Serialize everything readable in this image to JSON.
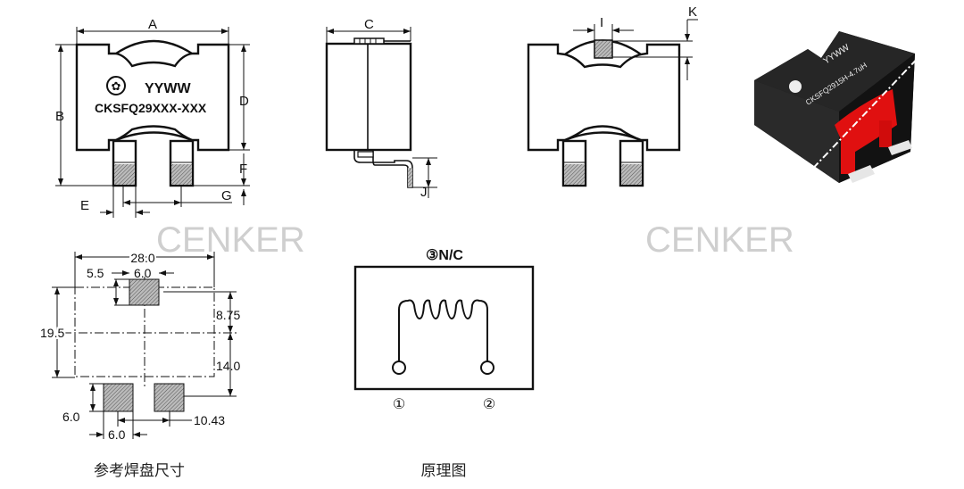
{
  "front_view": {
    "dimension_labels": {
      "a": "A",
      "b": "B",
      "d": "D",
      "f": "F",
      "g": "G",
      "e": "E"
    },
    "marking_date": "YYWW",
    "marking_part": "CKSFQ29XXX-XXX"
  },
  "side_view": {
    "dimension_labels": {
      "c": "C",
      "j": "J"
    }
  },
  "back_view": {
    "dimension_labels": {
      "i": "I",
      "k": "K"
    }
  },
  "product_photo": {
    "marking_date": "YYWW",
    "marking_part": "CKSFQ2915H-4.7uH"
  },
  "watermarks": [
    "CENKER",
    "CENKER"
  ],
  "land_pattern": {
    "dimensions": {
      "width": "28.0",
      "offset": "5.5",
      "top_pad_width": "6.0",
      "upper_height": "8.75",
      "total_height": "19.5",
      "lower_height": "14.0",
      "bottom_pad_height": "6.0",
      "pad_spacing": "10.43",
      "bottom_pad_width": "6.0"
    },
    "caption": "参考焊盘尺寸"
  },
  "schematic": {
    "pin3_label": "③N/C",
    "pin1_label": "①",
    "pin2_label": "②",
    "caption": "原理图"
  },
  "colors": {
    "coil_red": "#e01010",
    "body_black": "#1a1a1a",
    "watermark": "#cfcfcf"
  }
}
